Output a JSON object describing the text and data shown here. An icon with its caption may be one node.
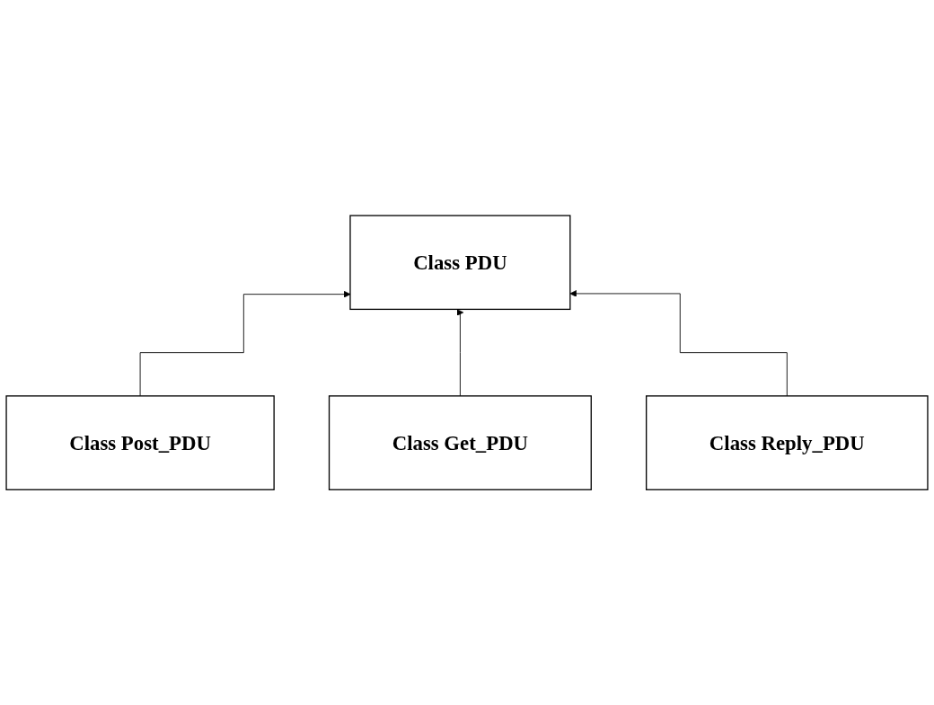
{
  "diagram": {
    "nodes": [
      {
        "text": [
          "Class PDU"
        ]
      },
      {
        "text": [
          "Class Post_PDU"
        ]
      },
      {
        "text": [
          "Class Get_PDU"
        ]
      },
      {
        "text": [
          "Class Reply_PDU"
        ]
      }
    ],
    "edges": [
      {
        "from": 1,
        "to": 0,
        "arrow": "to"
      },
      {
        "from": 2,
        "to": 0,
        "arrow": "to"
      },
      {
        "from": 3,
        "to": 0,
        "arrow": "to"
      }
    ]
  }
}
